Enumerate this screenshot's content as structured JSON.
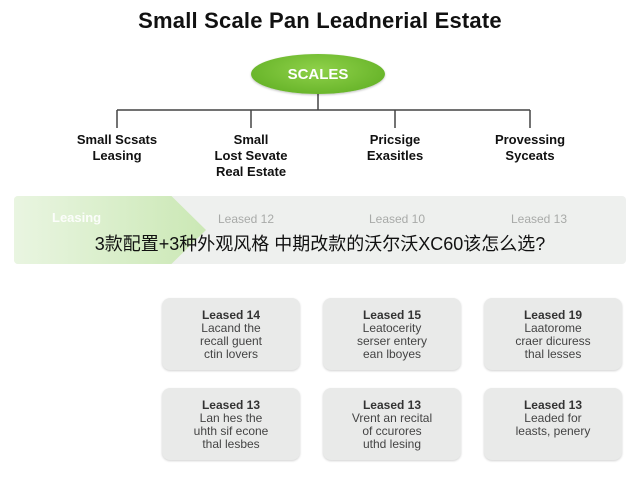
{
  "title": "Small Scale Pan Leadnerial Estate",
  "root": "SCALES",
  "branches": [
    {
      "line1": "Small Scsats",
      "line2": "Leasing",
      "line3": ""
    },
    {
      "line1": "Small",
      "line2": "Lost Sevate",
      "line3": "Real Estate"
    },
    {
      "line1": "Pricsige",
      "line2": "Exasitles",
      "line3": ""
    },
    {
      "line1": "Provessing",
      "line2": "Syceats",
      "line3": ""
    }
  ],
  "band": {
    "lead": "Leasing",
    "columns": [
      "Leased 12",
      "Leased 10",
      "Leased 13"
    ]
  },
  "overlay_text": "3款配置+3种外观风格 中期改款的沃尔沃XC60该怎么选?",
  "cards": [
    {
      "title": "Leased 14",
      "l1": "Lacand the",
      "l2": "recall guent",
      "l3": "ctin lovers"
    },
    {
      "title": "Leased 15",
      "l1": "Leatocerity",
      "l2": "serser entery",
      "l3": "ean lboyes"
    },
    {
      "title": "Leased 19",
      "l1": "Laatorome",
      "l2": "craer dicuress",
      "l3": "thal lesses"
    },
    {
      "title": "Leased 13",
      "l1": "Lan hes the",
      "l2": "uhth sif econe",
      "l3": "thal lesbes"
    },
    {
      "title": "Leased 13",
      "l1": "Vrent an recital",
      "l2": "of ccurores",
      "l3": "uthd lesing"
    },
    {
      "title": "Leased 13",
      "l1": "Leaded for",
      "l2": "leasts, penery",
      "l3": ""
    }
  ]
}
